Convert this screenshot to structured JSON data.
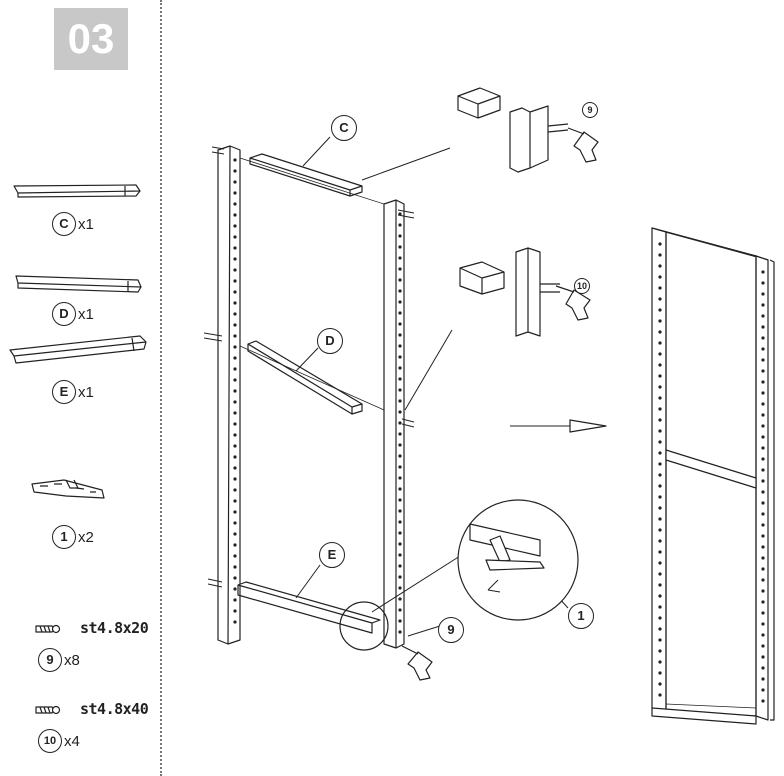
{
  "step": {
    "number": "03"
  },
  "parts": [
    {
      "label": "C",
      "qty": "x1"
    },
    {
      "label": "D",
      "qty": "x1"
    },
    {
      "label": "E",
      "qty": "x1"
    },
    {
      "label": "1",
      "qty": "x2"
    }
  ],
  "screws": [
    {
      "spec": "st4.8x20",
      "label": "9",
      "qty": "x8"
    },
    {
      "spec": "st4.8x40",
      "label": "10",
      "qty": "x4"
    }
  ],
  "callouts": {
    "c": "C",
    "d": "D",
    "e": "E",
    "bracket": "1",
    "screw9": "9"
  },
  "details": {
    "top_screw": "9",
    "middle_screw": "10"
  }
}
